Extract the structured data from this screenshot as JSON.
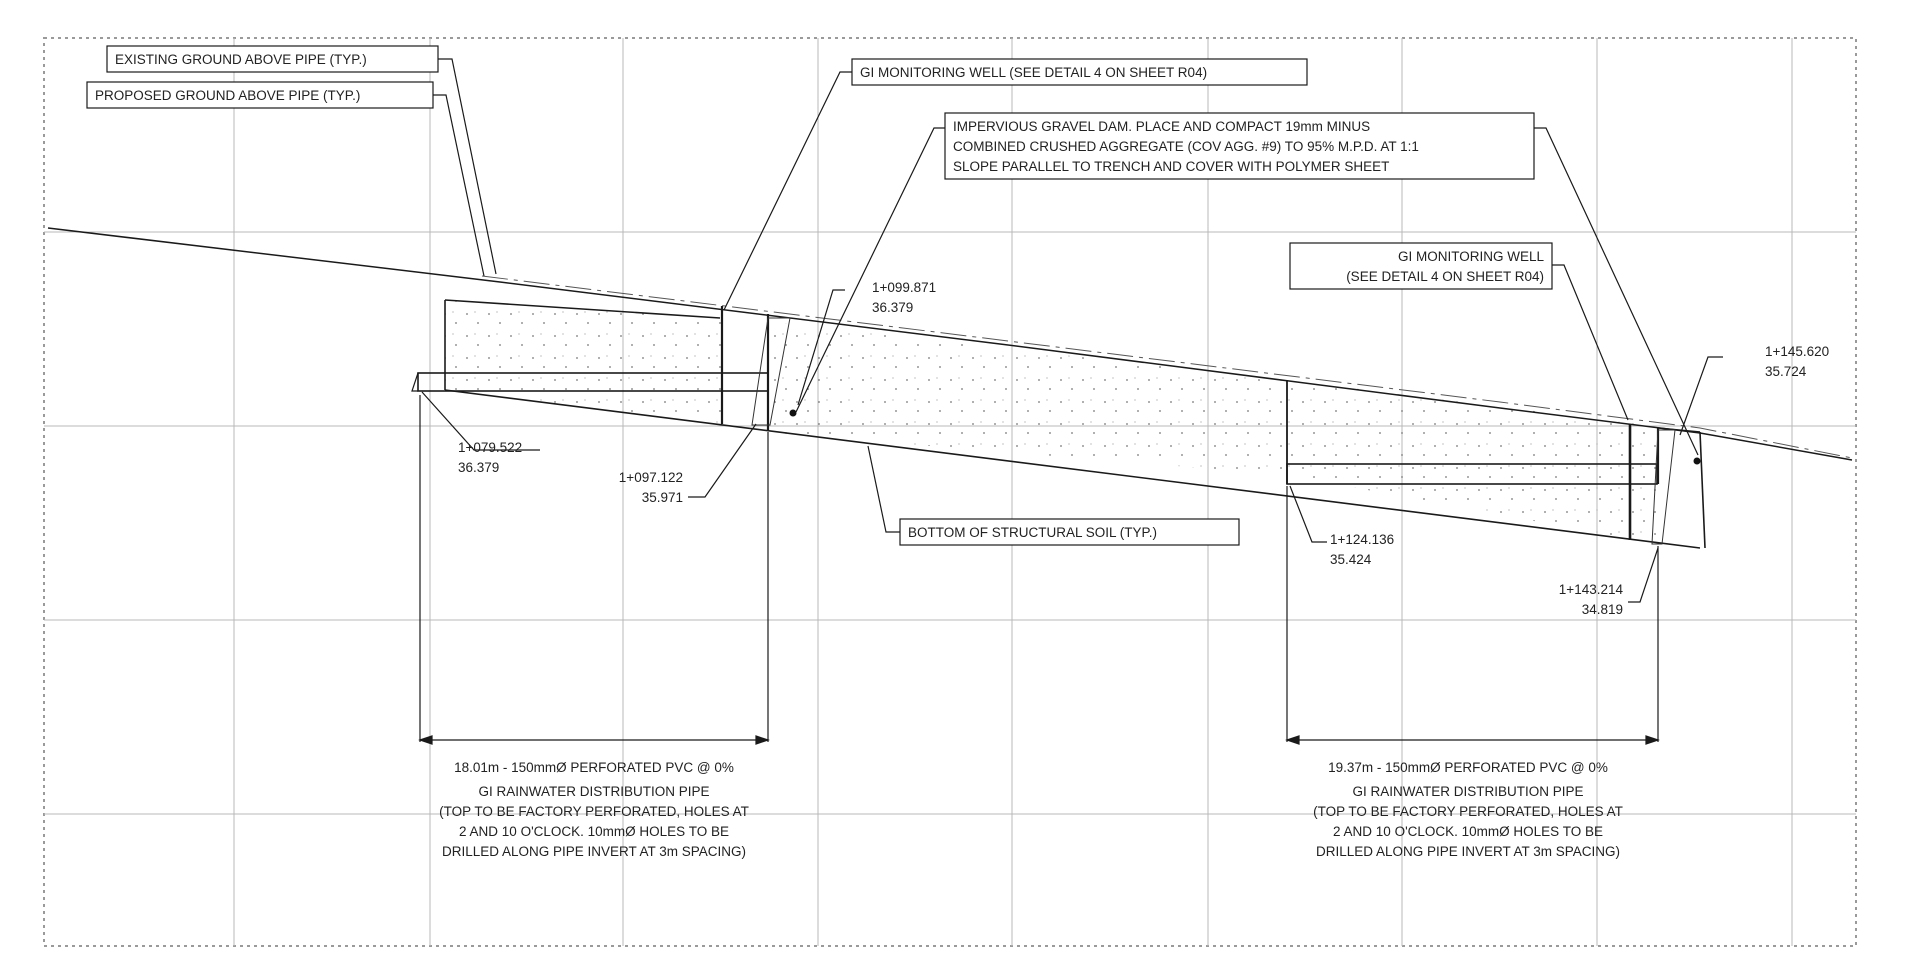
{
  "callouts": {
    "existing_ground": "EXISTING GROUND ABOVE PIPE (TYP.)",
    "proposed_ground": "PROPOSED GROUND ABOVE PIPE (TYP.)",
    "monitoring_well_top": "GI MONITORING WELL (SEE DETAIL 4 ON SHEET R04)",
    "gravel_dam_line1": "IMPERVIOUS GRAVEL DAM. PLACE AND COMPACT 19mm MINUS",
    "gravel_dam_line2": "COMBINED CRUSHED AGGREGATE (COV AGG. #9) TO 95% M.P.D. AT 1:1",
    "gravel_dam_line3": "SLOPE PARALLEL TO TRENCH AND COVER WITH POLYMER SHEET",
    "monitoring_well_right_line1": "GI MONITORING WELL",
    "monitoring_well_right_line2": "(SEE DETAIL 4 ON SHEET R04)",
    "bottom_structural_soil": "BOTTOM OF STRUCTURAL SOIL (TYP.)"
  },
  "stations": {
    "s1": {
      "sta": "1+079.522",
      "elev": "36.379"
    },
    "s2": {
      "sta": "1+097.122",
      "elev": "35.971"
    },
    "s3": {
      "sta": "1+099.871",
      "elev": "36.379"
    },
    "s4": {
      "sta": "1+124.136",
      "elev": "35.424"
    },
    "s5": {
      "sta": "1+143.214",
      "elev": "34.819"
    },
    "s6": {
      "sta": "1+145.620",
      "elev": "35.724"
    }
  },
  "pipes": {
    "left": {
      "line1": "18.01m - 150mmØ PERFORATED PVC @ 0%",
      "line2": "GI RAINWATER DISTRIBUTION PIPE",
      "line3": "(TOP TO BE FACTORY PERFORATED, HOLES AT",
      "line4": "2 AND 10 O'CLOCK. 10mmØ HOLES TO BE",
      "line5": "DRILLED ALONG PIPE INVERT AT 3m SPACING)"
    },
    "right": {
      "line1": "19.37m - 150mmØ PERFORATED PVC @ 0%",
      "line2": "GI RAINWATER DISTRIBUTION PIPE",
      "line3": "(TOP TO BE FACTORY PERFORATED, HOLES AT",
      "line4": "2 AND 10 O'CLOCK. 10mmØ HOLES TO BE",
      "line5": "DRILLED ALONG PIPE INVERT AT 3m SPACING)"
    }
  },
  "colors": {
    "line": "#1a1a1a",
    "grid": "#b8b8b8",
    "border": "#9a9a9a"
  }
}
